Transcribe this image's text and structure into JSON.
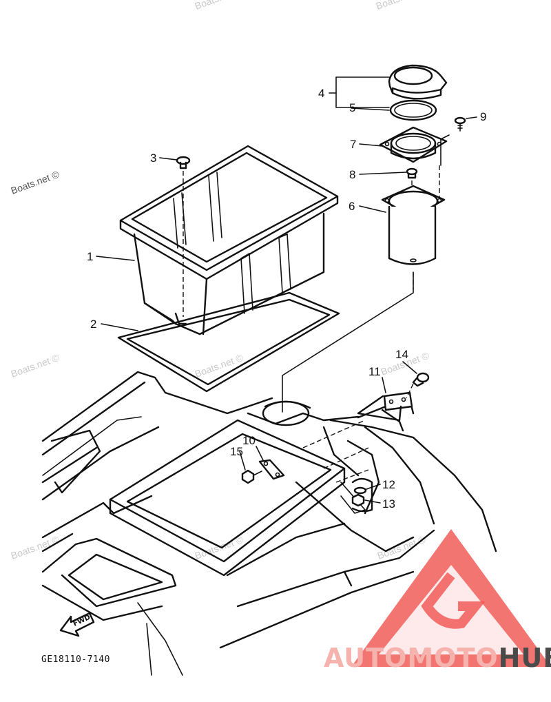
{
  "diagram": {
    "drawing_code": "GE18110-7140",
    "direction_marker": "FWD",
    "watermark": "Boats.net ©",
    "callouts": [
      "1",
      "2",
      "3",
      "4",
      "5",
      "6",
      "7",
      "8",
      "9",
      "10",
      "11",
      "12",
      "13",
      "14",
      "15"
    ]
  },
  "logo": {
    "part1": "AUTOMOTO",
    "part2": "HUB",
    "colors": {
      "primary": "#f0524f",
      "secondary": "#f6b3ae",
      "dark": "#4a4a4a"
    }
  }
}
